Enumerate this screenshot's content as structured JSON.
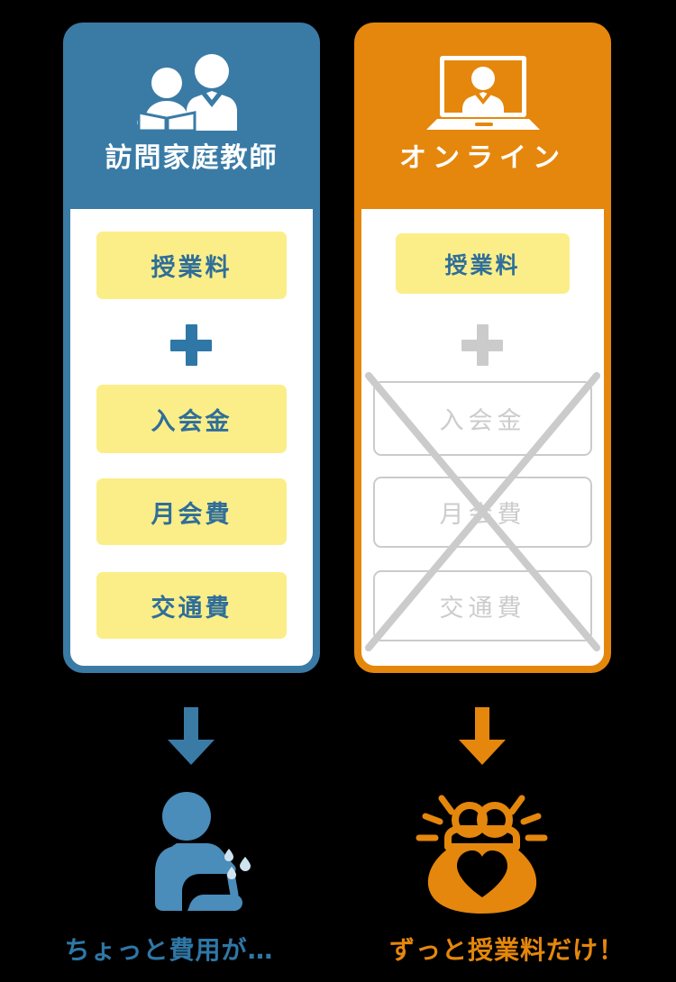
{
  "background_color": "#000000",
  "theme": {
    "blue": "#3a7ba6",
    "blue_text": "#2f77a6",
    "orange": "#e5870c",
    "yellow": "#fbee88",
    "grey": "#cbcbcb",
    "white": "#ffffff"
  },
  "columns": [
    {
      "id": "home-tutor",
      "accent": "#3a7ba6",
      "icon": "student-and-teacher-icon",
      "title": "訪問家庭教師",
      "plus_symbol": "+",
      "plus_state": "active",
      "fees": [
        {
          "label": "授業料",
          "state": "included"
        },
        {
          "label": "入会金",
          "state": "included"
        },
        {
          "label": "月会費",
          "state": "included"
        },
        {
          "label": "交通費",
          "state": "included"
        }
      ],
      "crossed_out": false,
      "arrow": "down-arrow-icon",
      "result_icon": "discouraged-person-icon",
      "caption": "ちょっと費用が…"
    },
    {
      "id": "online",
      "accent": "#e5870c",
      "icon": "laptop-video-lesson-icon",
      "title": "オンライン",
      "plus_symbol": "+",
      "plus_state": "disabled",
      "fees": [
        {
          "label": "授業料",
          "state": "included"
        },
        {
          "label": "入会金",
          "state": "excluded"
        },
        {
          "label": "月会費",
          "state": "excluded"
        },
        {
          "label": "交通費",
          "state": "excluded"
        }
      ],
      "crossed_out": true,
      "arrow": "down-arrow-icon",
      "result_icon": "sparkling-coin-purse-with-heart-icon",
      "caption": "ずっと授業料だけ！"
    }
  ]
}
